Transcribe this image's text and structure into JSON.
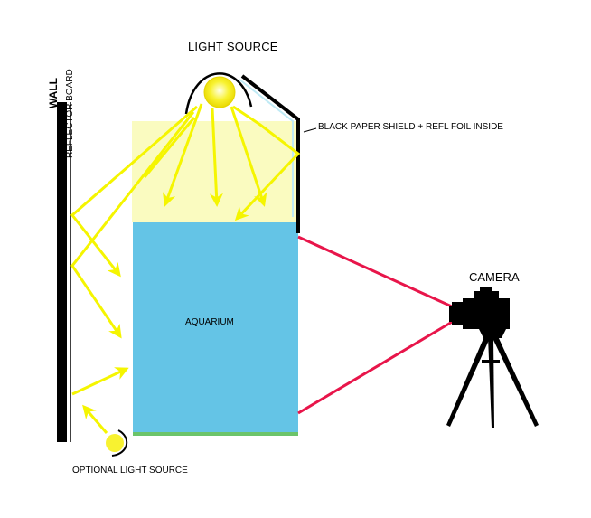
{
  "labels": {
    "light_source": "LIGHT SOURCE",
    "shield": "BLACK PAPER SHIELD + REFL FOIL INSIDE",
    "camera": "CAMERA",
    "aquarium": "AQUARIUM",
    "optional_light_source": "OPTIONAL LIGHT SOURCE",
    "wall": "WALL",
    "reflector_board": "REFLECTOR BOARD"
  },
  "colors": {
    "light_beam": "#f5f500",
    "light_zone": "#fafbc0",
    "aquarium_water": "#64c4e6",
    "aquarium_bottom": "#6cc46a",
    "camera_sightline": "#e8154a",
    "wall": "#000000",
    "bulb": "#f8f230"
  },
  "icons": {
    "bulb": "light-bulb-icon",
    "optional_bulb": "optional-light-bulb-icon",
    "camera": "camera-icon",
    "tripod": "tripod-icon"
  }
}
